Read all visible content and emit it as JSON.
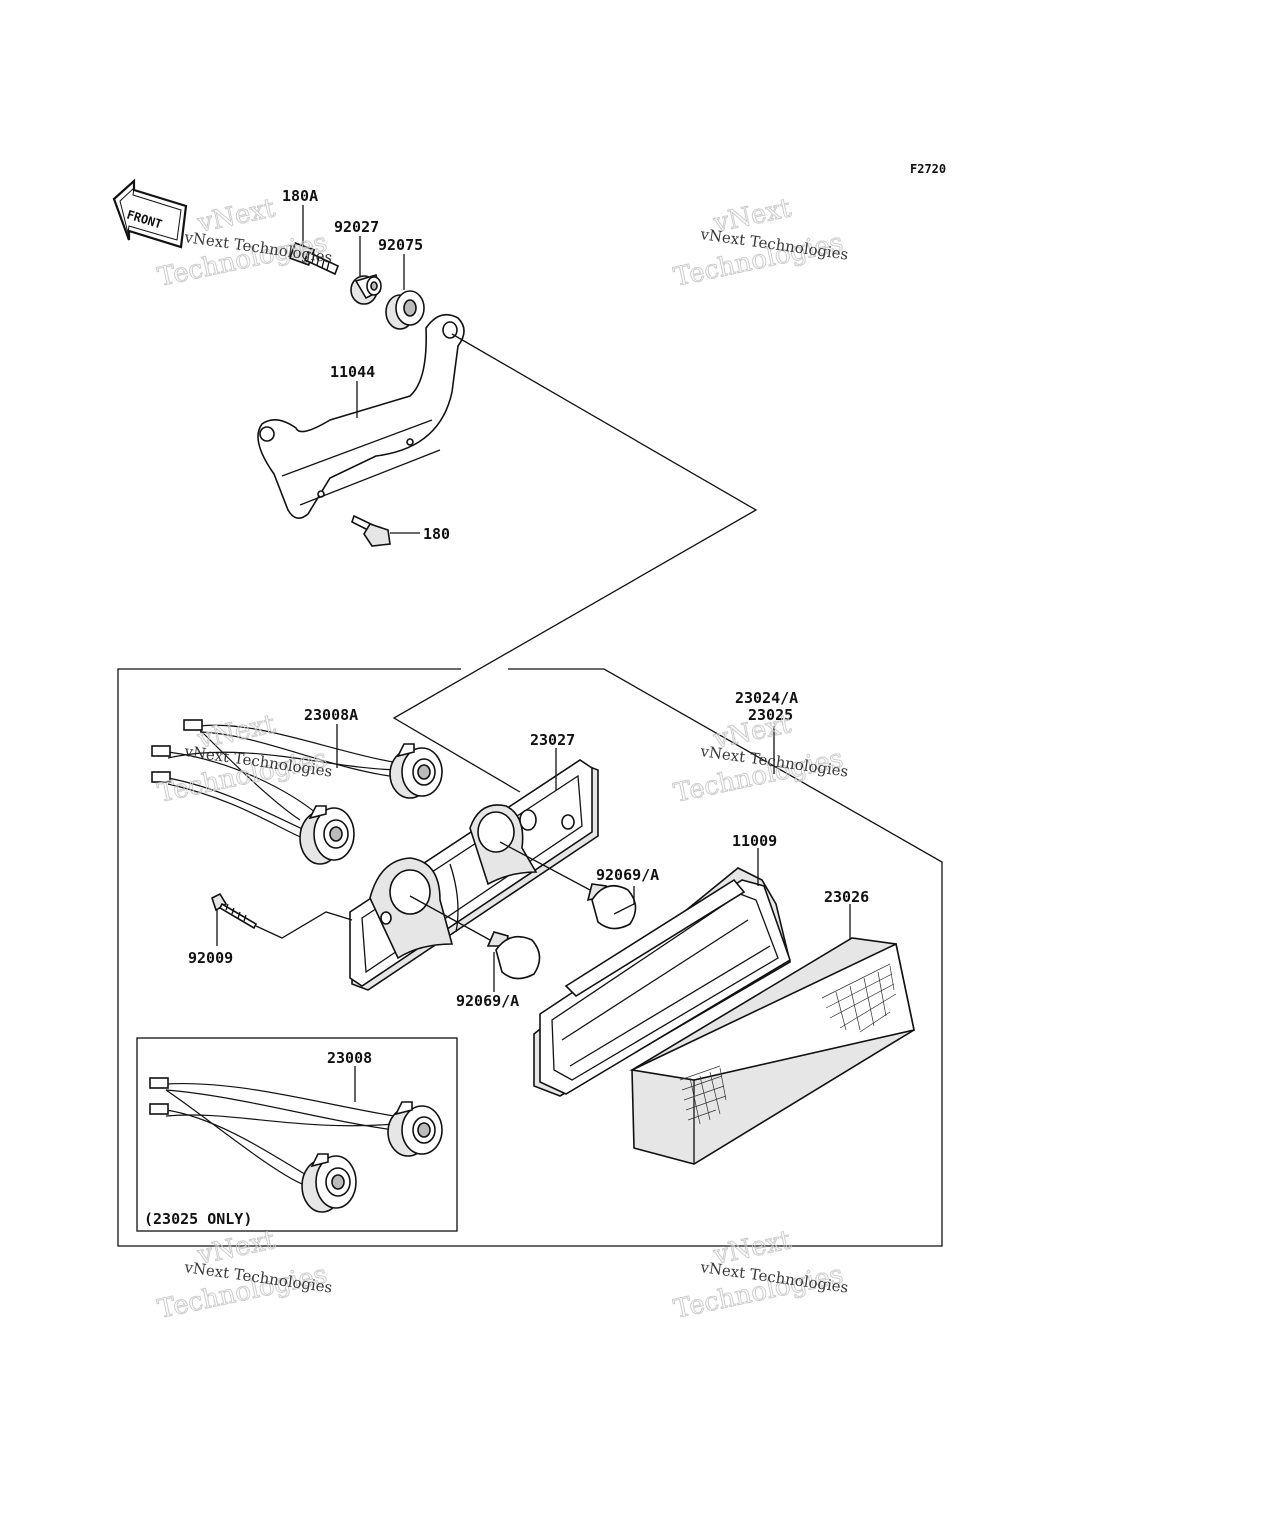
{
  "diagram_code": "F2720",
  "front_arrow_label": "FRONT",
  "callouts": {
    "p180A": "180A",
    "p92027": "92027",
    "p92075": "92075",
    "p11044": "11044",
    "p180": "180",
    "p23008A": "23008A",
    "p23027": "23027",
    "p23024A": "23024/A",
    "p23025": "23025",
    "p11009": "11009",
    "p92069A_upper": "92069/A",
    "p92069A_lower": "92069/A",
    "p23026": "23026",
    "p92009": "92009",
    "p23008": "23008"
  },
  "inset_note": "(23025 ONLY)",
  "watermark": {
    "line1": "vNext Technologies",
    "line2": "vNext",
    "line3": "Technologies"
  }
}
